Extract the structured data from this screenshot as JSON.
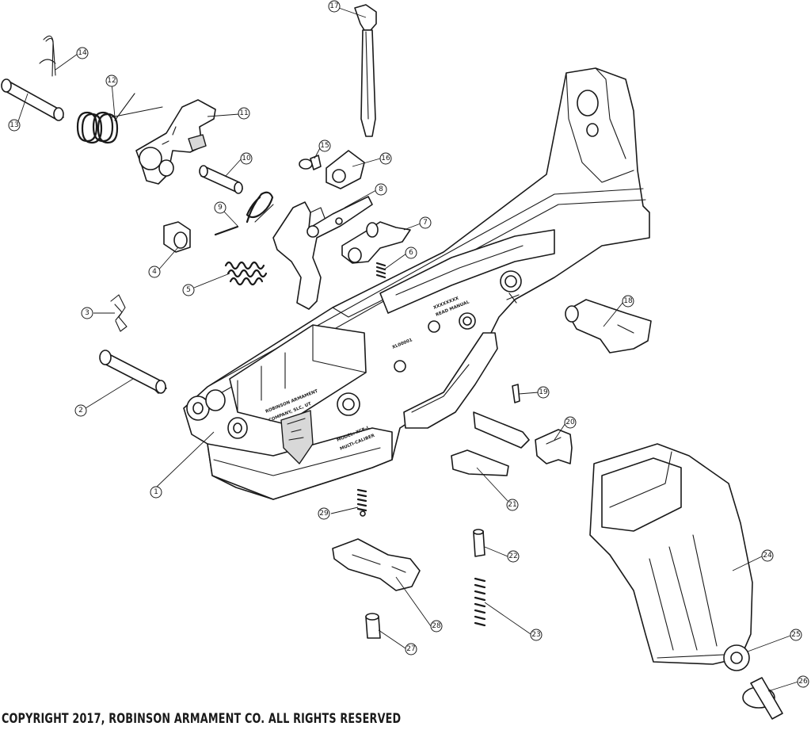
{
  "diagram": {
    "footer": "COPYRIGHT 2017, ROBINSON ARMAMENT CO.  ALL RIGHTS RESERVED",
    "receiver_markings": {
      "maker_line1": "ROBINSON ARMAMENT",
      "maker_line2": "COMPANY, SLC, UT",
      "model_line1": "MODEL: XCR-L",
      "model_line2": "MULTI-CALIBER",
      "serial": "XL00001",
      "fire_select_line1": "XXXXXXXX",
      "fire_select_line2": "READ MANUAL"
    },
    "callouts": [
      {
        "n": "1"
      },
      {
        "n": "2"
      },
      {
        "n": "3"
      },
      {
        "n": "4"
      },
      {
        "n": "5"
      },
      {
        "n": "6"
      },
      {
        "n": "7"
      },
      {
        "n": "8"
      },
      {
        "n": "9"
      },
      {
        "n": "10"
      },
      {
        "n": "11"
      },
      {
        "n": "12"
      },
      {
        "n": "13"
      },
      {
        "n": "14"
      },
      {
        "n": "15"
      },
      {
        "n": "16"
      },
      {
        "n": "17"
      },
      {
        "n": "18"
      },
      {
        "n": "19"
      },
      {
        "n": "20"
      },
      {
        "n": "21"
      },
      {
        "n": "22"
      },
      {
        "n": "23"
      },
      {
        "n": "24"
      },
      {
        "n": "25"
      },
      {
        "n": "26"
      },
      {
        "n": "27"
      },
      {
        "n": "28"
      },
      {
        "n": "29"
      }
    ]
  }
}
